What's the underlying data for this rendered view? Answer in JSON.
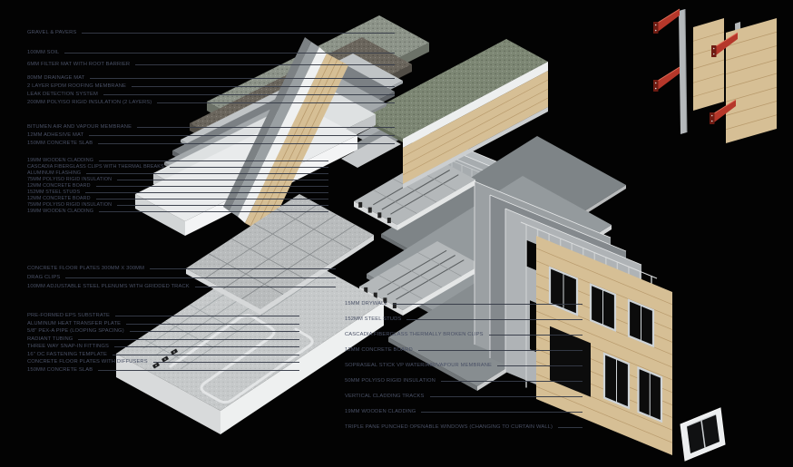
{
  "colors": {
    "background": "#030303",
    "label_text": "#4a5166",
    "leader_line": "#363b48",
    "wood": "#d6bf95",
    "wood_stripe": "#b89a6c",
    "clip_red": "#b5372a",
    "clip_red_dark": "#6e1b12",
    "green_roof": "#7d8774",
    "insulation_white": "#e9ebec",
    "panel_grey": "#a6abae",
    "slab_grey": "#94999c"
  },
  "assemblies": {
    "green_roof": {
      "labels": [
        "GRAVEL & PAVERS",
        "100MM SOIL",
        "6MM FILTER MAT WITH ROOT BARRIER",
        "80MM DRAINAGE MAT",
        "2 LAYER EPDM ROOFING MEMBRANE",
        "LEAK DETECTION SYSTEM",
        "200MM POLYISO RIGID INSULATION (2 LAYERS)",
        "BITUMEN AIR AND VAPOUR MEMBRANE",
        "12MM ADHESIVE MAT",
        "150MM CONCRETE SLAB"
      ]
    },
    "parapet_wall": {
      "labels": [
        "19MM WOODEN CLADDING",
        "CASCADIA FIBERGLASS CLIPS WITH THERMAL BREAKS",
        "ALUMINUM FLASHING",
        "75MM POLYISO RIGID INSULATION",
        "12MM CONCRETE BOARD",
        "152MM STEEL STUDS",
        "12MM CONCRETE BOARD",
        "75MM POLYISO RIGID INSULATION",
        "19MM WOODEN CLADDING"
      ]
    },
    "raised_floor_plates": {
      "labels": [
        "CONCRETE FLOOR PLATES 300MM X 300MM",
        "DRAG CLIPS",
        "100MM ADJUSTABLE STEEL PLENUMS WITH GRIDDED TRACK"
      ]
    },
    "radiant_floor": {
      "labels": [
        "PRE-FORMED EPS SUBSTRATE",
        "ALUMINUM HEAT TRANSFER PLATE",
        "5/8\" PEX-A PIPE (LOOPING SPACING)",
        "RADIANT TUBING",
        "THREE WAY SNAP-IN FITTINGS",
        "16\" OC FASTENING TEMPLATE",
        "CONCRETE FLOOR PLATES WITH DIFFUSERS",
        "150MM CONCRETE SLAB"
      ]
    },
    "exterior_wall": {
      "labels": [
        "15MM DRYWALL",
        "152MM STEEL STUDS",
        "CASCADIA FIBERGLASS THERMALLY BROKEN CLIPS",
        "12MM CONCRETE BOARD",
        "SOPRASEAL STICK VP WATER/AIR/VAPOUR MEMBRANE",
        "50MM POLYISO RIGID INSULATION",
        "VERTICAL CLADDING TRACKS",
        "19MM WOODEN CLADDING",
        "TRIPLE PANE PUNCHED OPENABLE WINDOWS (CHANGING TO CURTAIN WALL)"
      ]
    }
  }
}
